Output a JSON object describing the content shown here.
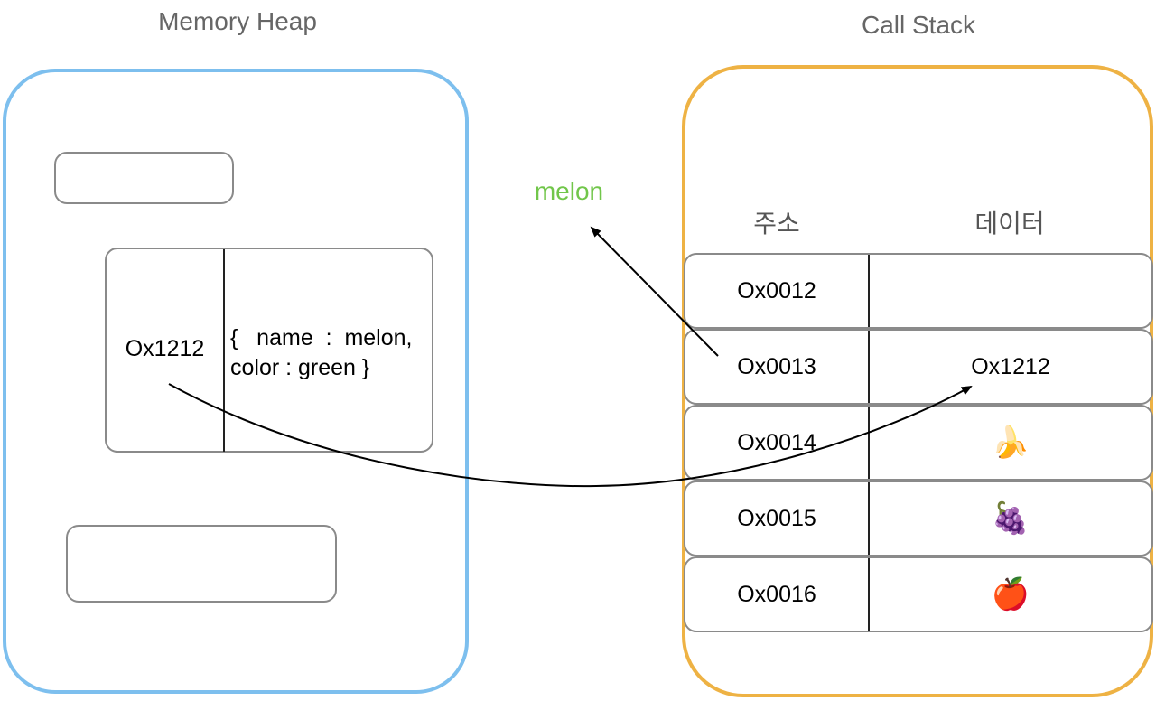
{
  "heap": {
    "title": "Memory Heap",
    "object": {
      "address": "Ox1212",
      "value": "{   name  :  melon,\ncolor : green }"
    }
  },
  "stack": {
    "title": "Call Stack",
    "headers": {
      "address": "주소",
      "data": "데이터"
    },
    "rows": [
      {
        "address": "Ox0012",
        "data": ""
      },
      {
        "address": "Ox0013",
        "data": "Ox1212"
      },
      {
        "address": "Ox0014",
        "data": "🍌",
        "icon": "banana-icon"
      },
      {
        "address": "Ox0015",
        "data": "🍇",
        "icon": "grapes-icon"
      },
      {
        "address": "Ox0016",
        "data": "🍎",
        "icon": "apple-icon"
      }
    ]
  },
  "melon_label": "melon",
  "colors": {
    "heap_border": "#7dbfee",
    "stack_border": "#eeb244",
    "melon_text": "#71c64a"
  }
}
